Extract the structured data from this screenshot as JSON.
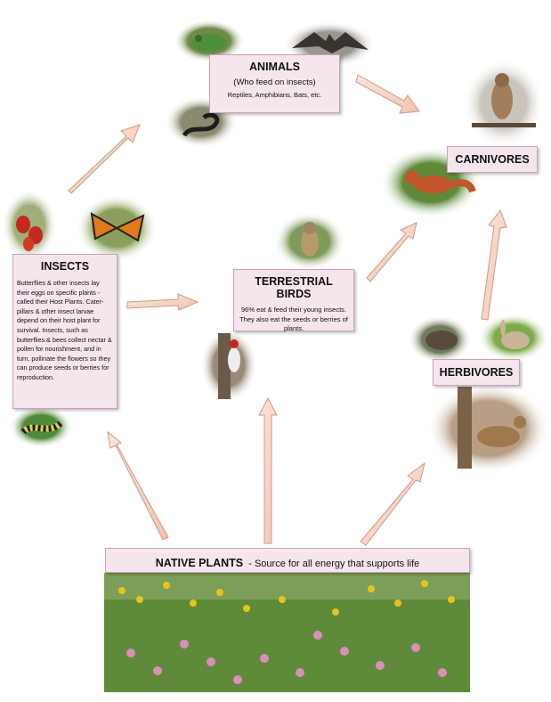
{
  "animals": {
    "title": "ANIMALS",
    "subtitle": "(Who feed on insects)",
    "detail": "Reptiles, Amphibians, Bats, etc."
  },
  "carnivores": {
    "title": "CARNIVORES"
  },
  "insects": {
    "title": "INSECTS",
    "body": "Butterflies & other insects lay their eggs on specific plants - called their Host Plants. Cater-pillars & other insect larvae depend on their host plant for survival.  Insects, such as butterflies & bees collect nectar & pollen for nourishment, and in turn, pollinate the flowers so they can produce seeds or berries  for reproduction."
  },
  "terrestrial_birds": {
    "title": "TERRESTRIAL BIRDS",
    "body": "96% eat & feed their young insects. They also eat the seeds or berries of plants."
  },
  "herbivores": {
    "title": "HERBIVORES"
  },
  "native_plants": {
    "title": "NATIVE PLANTS",
    "subtitle": "  - Source for all energy that supports life"
  },
  "colors": {
    "box_fill": "#f5e6ee",
    "box_border": "#c8a3b6",
    "arrow_fill": "#f6d2c2",
    "arrow_stroke": "#c99c8a"
  },
  "photos": [
    "frog",
    "bat",
    "snake",
    "hawk",
    "fox",
    "red-beetles",
    "monarch-butterfly",
    "waxwing-bird",
    "woodpecker",
    "rat",
    "rabbit",
    "deer",
    "caterpillar",
    "wildflower-meadow"
  ]
}
